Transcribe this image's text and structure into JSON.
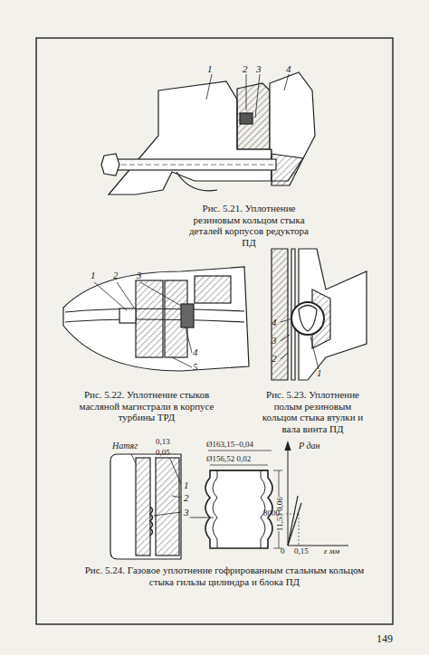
{
  "diagram": {
    "labels": [
      "1",
      "2",
      "3",
      "4",
      "Рис. 5.21. Уплотнение резиновым кольцом стыка деталей корпусов редуктора ПД",
      "1",
      "2",
      "3",
      "4",
      "5",
      "Рис. 5.22. Уплотнение стыков масляной магистрали в корпусе турбины ТРД",
      "4",
      "3",
      "2",
      "1",
      "Рис. 5.23. Уплотнение полым резиновым кольцом стыка втулки и вала винта ПД",
      "Натяг",
      "0,13",
      "0,05",
      "1",
      "2",
      "3",
      "Ø163,15−0,04",
      "Ø156,52 0,02",
      "11,53 0,06",
      "P дан",
      "8000",
      "0",
      "0,15",
      "ε мм",
      "Рис. 5.24. Газовое уплотнение гофрированным стальным кольцом стыка гильзы цилиндра и блока ПД",
      "149"
    ]
  }
}
